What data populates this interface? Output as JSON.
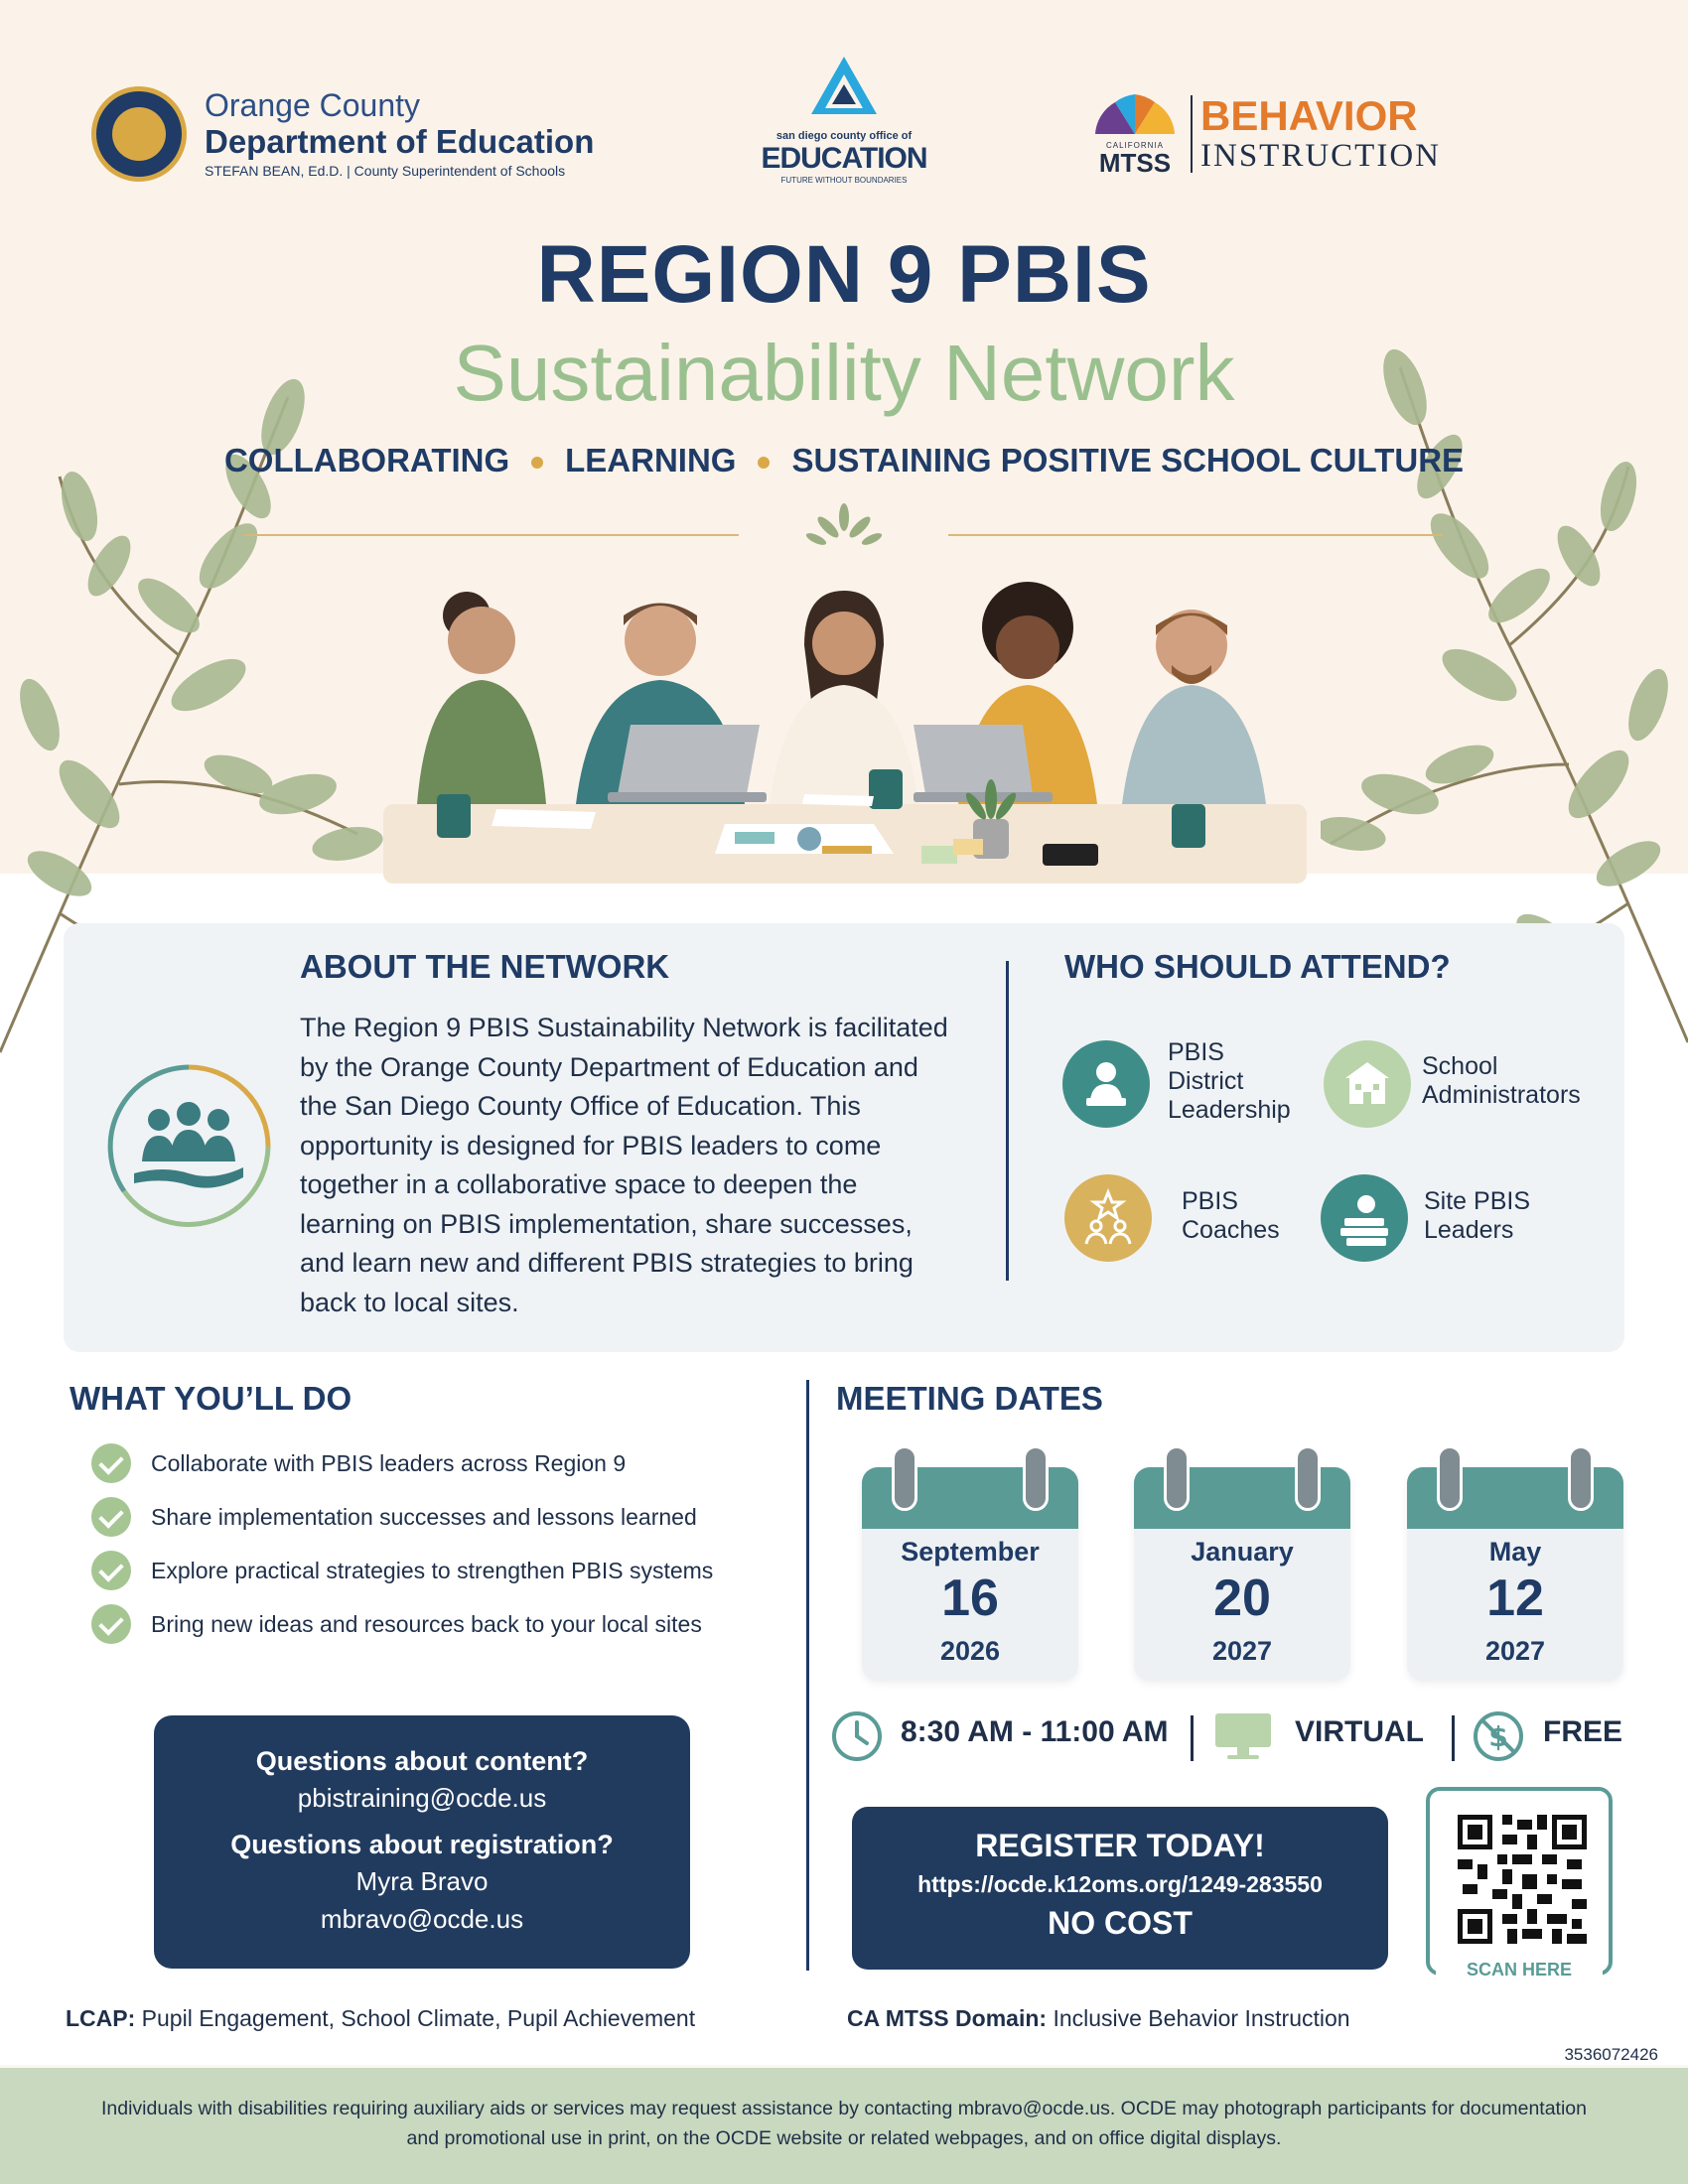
{
  "logos": {
    "ocde": {
      "line1": "Orange County",
      "line2": "Department of Education",
      "line3": "STEFAN BEAN, Ed.D. | County Superintendent of Schools"
    },
    "sdcoe": {
      "small": "san diego county office of",
      "big": "EDUCATION",
      "tagline": "FUTURE WITHOUT BOUNDARIES"
    },
    "mtss": {
      "state": "CALIFORNIA",
      "word": "MTSS",
      "right1": "BEHAVIOR",
      "right2": "INSTRUCTION"
    }
  },
  "header": {
    "title": "REGION 9 PBIS",
    "subtitle": "Sustainability Network",
    "tagline": [
      "COLLABORATING",
      "LEARNING",
      "SUSTAINING POSITIVE SCHOOL CULTURE"
    ]
  },
  "about": {
    "heading": "ABOUT THE NETWORK",
    "body": "The Region 9 PBIS Sustainability Network is facilitated by the Orange County Department of Education and the San Diego County Office of Education. This opportunity is designed for PBIS leaders to come together in a collaborative space to deepen the learning on PBIS implementation, share successes, and learn new and different PBIS strategies to bring back to local sites."
  },
  "who": {
    "heading": "WHO SHOULD ATTEND?",
    "items": [
      {
        "label1": "PBIS",
        "label2": "District",
        "label3": "Leadership",
        "icon": "leader-icon"
      },
      {
        "label1": "School",
        "label2": "Administrators",
        "icon": "school-building-icon"
      },
      {
        "label1": "PBIS",
        "label2": "Coaches",
        "icon": "coach-star-icon"
      },
      {
        "label1": "Site PBIS",
        "label2": "Leaders",
        "icon": "books-apple-icon"
      }
    ]
  },
  "what": {
    "heading": "WHAT YOU’LL DO",
    "items": [
      "Collaborate with PBIS leaders across Region 9",
      "Share implementation successes and lessons learned",
      "Explore practical strategies to strengthen PBIS systems",
      "Bring new ideas and resources back to your local sites"
    ]
  },
  "contact": {
    "q1": "Questions about content?",
    "a1": "pbistraining@ocde.us",
    "q2": "Questions about registration?",
    "a2": "Myra Bravo",
    "a3": "mbravo@ocde.us"
  },
  "meetings": {
    "heading": "MEETING DATES",
    "dates": [
      {
        "month": "September",
        "day": "16",
        "year": "2026"
      },
      {
        "month": "January",
        "day": "20",
        "year": "2027"
      },
      {
        "month": "May",
        "day": "12",
        "year": "2027"
      }
    ],
    "time": "8:30 AM - 11:00 AM",
    "mode": "VIRTUAL",
    "cost": "FREE"
  },
  "register": {
    "line1": "REGISTER TODAY!",
    "url": "https://ocde.k12oms.org/1249-283550",
    "line3": "NO COST",
    "scan": "SCAN HERE"
  },
  "bottom": {
    "lcap_label": "LCAP:",
    "lcap_value": "Pupil Engagement, School Climate, Pupil Achievement",
    "mtss_label": "CA MTSS Domain:",
    "mtss_value": "Inclusive Behavior Instruction",
    "code": "3536072426"
  },
  "footer": {
    "text": "Individuals with disabilities requiring auxiliary aids or services may request assistance by contacting mbravo@ocde.us. OCDE may photograph participants for documentation and promotional use in print, on the OCDE website or related webpages, and on office digital displays."
  },
  "colors": {
    "navy": "#1f3b66",
    "sage": "#9bc08f",
    "teal": "#5a9b96",
    "gold": "#d9a948",
    "orange": "#e37b2c",
    "footer_green": "#c9d9bf"
  }
}
